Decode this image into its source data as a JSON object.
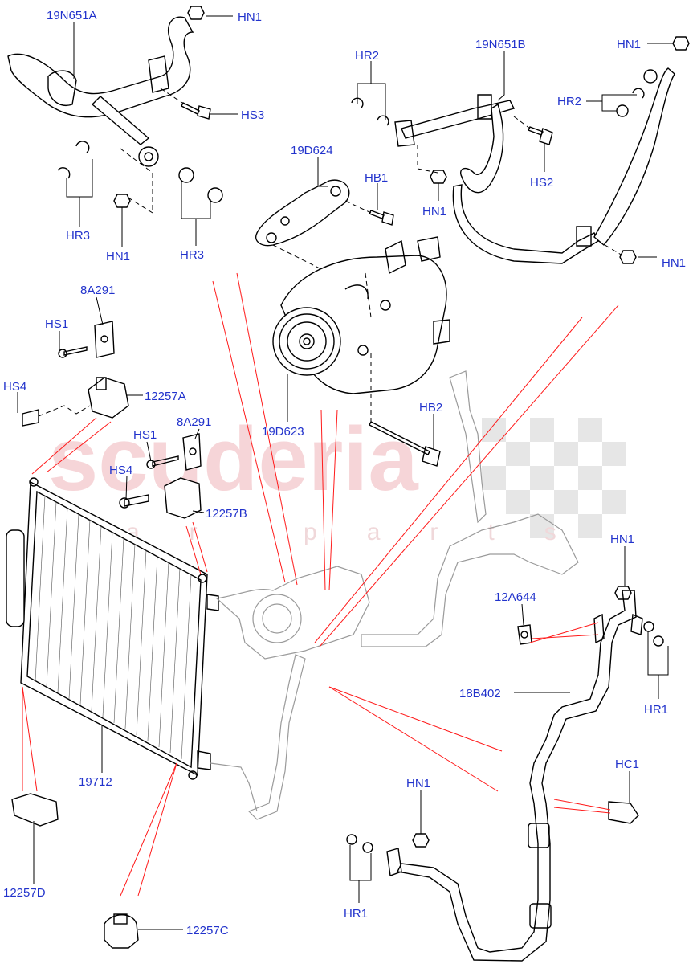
{
  "watermark": {
    "brand": "scuderia",
    "sub": "car parts"
  },
  "callouts": [
    {
      "id": "19N651A",
      "label": "19N651A"
    },
    {
      "id": "HN1_a",
      "label": "HN1"
    },
    {
      "id": "HS3",
      "label": "HS3"
    },
    {
      "id": "HR3_a",
      "label": "HR3"
    },
    {
      "id": "HN1_b",
      "label": "HN1"
    },
    {
      "id": "HR3_b",
      "label": "HR3"
    },
    {
      "id": "HR2_a",
      "label": "HR2"
    },
    {
      "id": "19N651B",
      "label": "19N651B"
    },
    {
      "id": "HN1_c",
      "label": "HN1"
    },
    {
      "id": "HR2_b",
      "label": "HR2"
    },
    {
      "id": "HS2",
      "label": "HS2"
    },
    {
      "id": "19D624",
      "label": "19D624"
    },
    {
      "id": "HB1",
      "label": "HB1"
    },
    {
      "id": "HN1_d",
      "label": "HN1"
    },
    {
      "id": "HN1_e",
      "label": "HN1"
    },
    {
      "id": "8A291_a",
      "label": "8A291"
    },
    {
      "id": "HS1_a",
      "label": "HS1"
    },
    {
      "id": "HS4_a",
      "label": "HS4"
    },
    {
      "id": "12257A",
      "label": "12257A"
    },
    {
      "id": "19D623",
      "label": "19D623"
    },
    {
      "id": "HB2",
      "label": "HB2"
    },
    {
      "id": "HS1_b",
      "label": "HS1"
    },
    {
      "id": "8A291_b",
      "label": "8A291"
    },
    {
      "id": "HS4_b",
      "label": "HS4"
    },
    {
      "id": "12257B",
      "label": "12257B"
    },
    {
      "id": "HN1_f",
      "label": "HN1"
    },
    {
      "id": "12A644",
      "label": "12A644"
    },
    {
      "id": "18B402",
      "label": "18B402"
    },
    {
      "id": "HR1_a",
      "label": "HR1"
    },
    {
      "id": "19712",
      "label": "19712"
    },
    {
      "id": "HC1",
      "label": "HC1"
    },
    {
      "id": "HN1_g",
      "label": "HN1"
    },
    {
      "id": "12257D",
      "label": "12257D"
    },
    {
      "id": "HR1_b",
      "label": "HR1"
    },
    {
      "id": "12257C",
      "label": "12257C"
    }
  ]
}
